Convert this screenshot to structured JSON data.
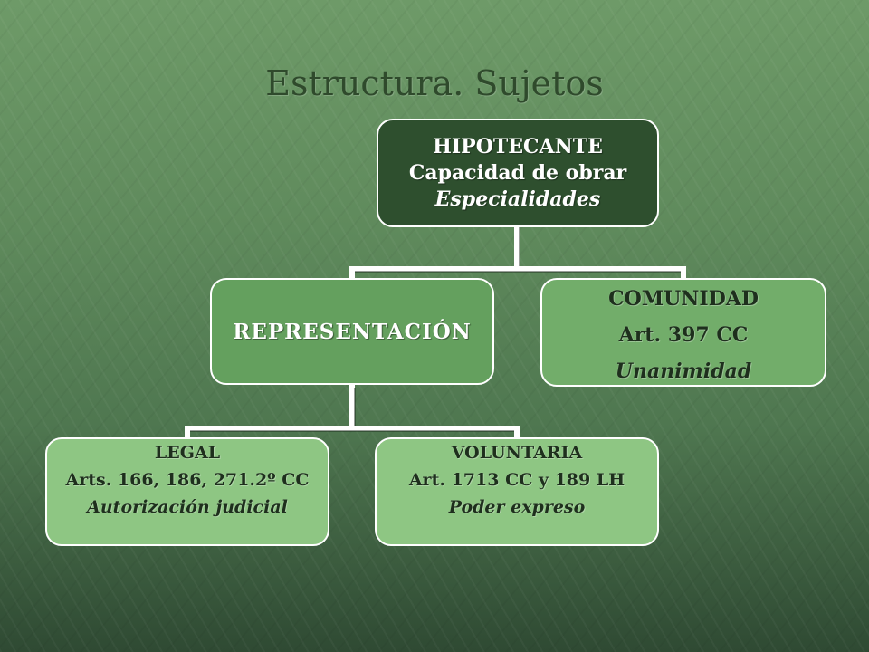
{
  "title": "Estructura. Sujetos",
  "root": {
    "line1": "HIPOTECANTE",
    "line2": "Capacidad de obrar",
    "line3": "Especialidades"
  },
  "representacion": {
    "label": "REPRESENTACIÓN"
  },
  "comunidad": {
    "line1": "COMUNIDAD",
    "line2": "Art. 397 CC",
    "line3": "Unanimidad"
  },
  "legal": {
    "line1": "LEGAL",
    "line2": "Arts. 166, 186, 271.2º CC",
    "line3": "Autorización judicial"
  },
  "voluntaria": {
    "line1": "VOLUNTARIA",
    "line2": "Art. 1713 CC y 189 LH",
    "line3": "Poder expreso"
  },
  "colors": {
    "root_fill": "#2e4f2e",
    "level2_fill": "#64a05e",
    "level3_fill": "#8ec683",
    "connector": "#ffffff"
  }
}
